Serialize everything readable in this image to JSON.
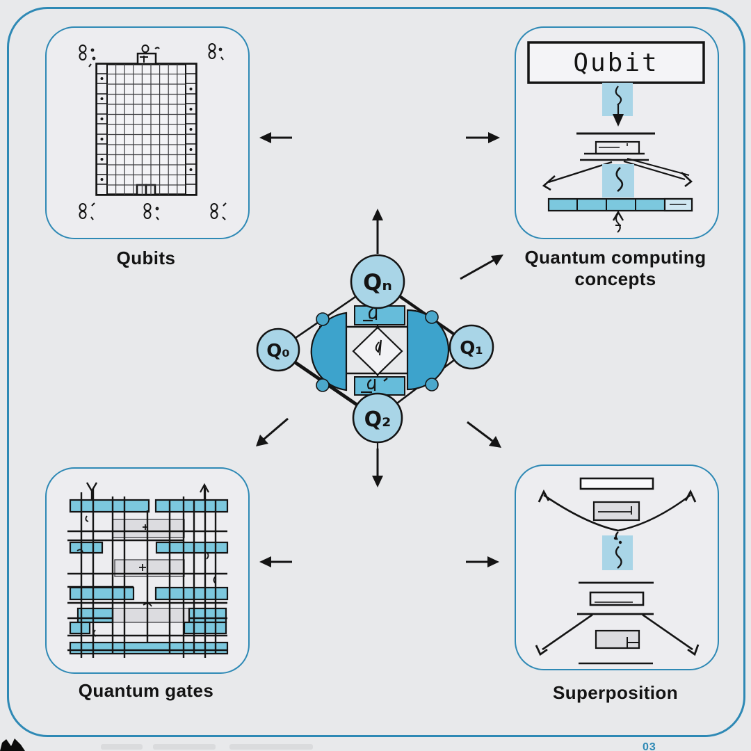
{
  "panels": {
    "qubits": {
      "caption": "Qubits"
    },
    "concepts": {
      "caption_line1": "Quantum computing",
      "caption_line2": "concepts",
      "box_label": "Qubit"
    },
    "gates": {
      "caption": "Quantum gates"
    },
    "superposition": {
      "caption": "Superposition"
    }
  },
  "center": {
    "nodes": {
      "top": "Qₙ",
      "left": "Q₀",
      "right": "Q₁",
      "bottom": "Q₂"
    }
  },
  "footer": {
    "mark": "03"
  },
  "colors": {
    "accent_border": "#2e89b5",
    "light_blue": "#a9d5e7",
    "mid_blue": "#66bcda",
    "deep_blue": "#3da3cc",
    "bar_blue": "#7cc8de",
    "ink": "#141414",
    "background": "#e8e9eb"
  }
}
